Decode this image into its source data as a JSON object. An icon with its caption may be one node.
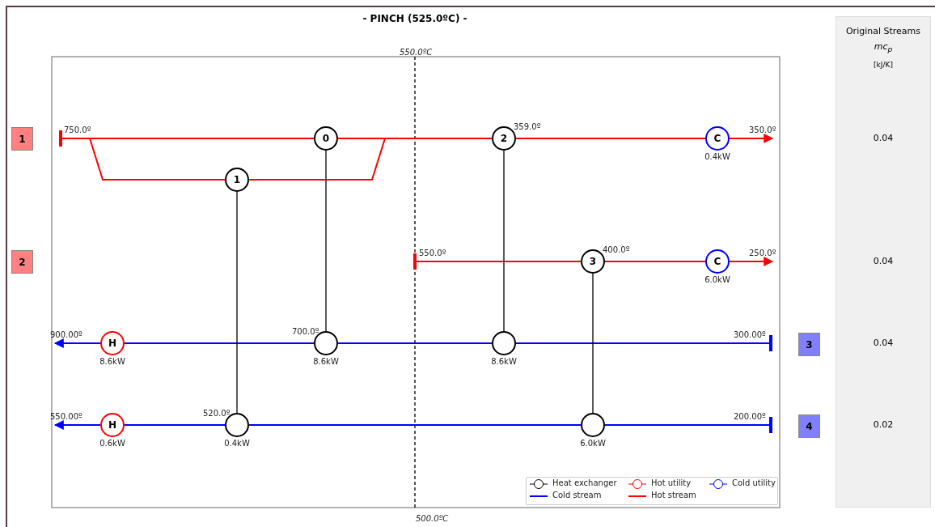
{
  "diagram": {
    "title": "- PINCH (525.0ºC) -",
    "nodes": [
      {
        "text": [
          "1"
        ]
      },
      {
        "text": [
          "2"
        ]
      },
      {
        "text": [
          "3"
        ]
      },
      {
        "text": [
          "4"
        ]
      },
      {
        "text": [
          "0"
        ]
      },
      {
        "text": [
          "2"
        ]
      },
      {
        "text": [
          "C"
        ],
        "beside": [
          "0.4kW"
        ]
      },
      {
        "text": [
          "1"
        ]
      },
      {
        "text": [
          "3"
        ]
      },
      {
        "text": [
          "C"
        ],
        "beside": [
          "6.0kW"
        ]
      },
      {
        "text": [
          "H"
        ],
        "beside": [
          "8.6kW"
        ]
      },
      {
        "text": [],
        "shape": "circle",
        "beside": [
          "8.6kW"
        ]
      },
      {
        "text": [],
        "shape": "circle",
        "beside": [
          "8.6kW"
        ]
      },
      {
        "text": [
          "H"
        ],
        "beside": [
          "0.6kW"
        ]
      },
      {
        "text": [],
        "shape": "circle",
        "beside": [
          "0.4kW"
        ]
      },
      {
        "text": [],
        "shape": "circle",
        "beside": [
          "6.0kW"
        ]
      },
      {
        "text": [
          "Original Streams",
          "mc$_{p}$",
          "[kJ/K]",
          "0.04",
          "0.04",
          "0.04",
          "0.02"
        ]
      },
      {
        "text": [
          "750.0º"
        ]
      },
      {
        "text": [
          "350.0º"
        ]
      },
      {
        "text": [
          "550.0º"
        ]
      },
      {
        "text": [
          "250.0º"
        ]
      },
      {
        "text": [
          "900.00º"
        ]
      },
      {
        "text": [
          "300.00º"
        ]
      },
      {
        "text": [
          "550.00º"
        ]
      },
      {
        "text": [
          "200.00º"
        ]
      }
    ],
    "edges": [
      {
        "from": 17,
        "to": 4,
        "arrow": "other",
        "color": "#ff0000"
      },
      {
        "from": 17,
        "to": 7,
        "arrow": "none",
        "color": "#ff0000"
      },
      {
        "from": 4,
        "to": 5,
        "arrow": "none",
        "color": "#ff0000"
      },
      {
        "from": 7,
        "to": 5,
        "arrow": "none",
        "color": "#ff0000"
      },
      {
        "from": 5,
        "to": 6,
        "arrow": "none",
        "color": "#ff0000"
      },
      {
        "from": 6,
        "to": 18,
        "arrow": "to",
        "color": "#ff0000"
      },
      {
        "from": 19,
        "to": 8,
        "arrow": "other",
        "color": "#ff0000"
      },
      {
        "from": 8,
        "to": 9,
        "arrow": "none",
        "color": "#ff0000"
      },
      {
        "from": 9,
        "to": 20,
        "arrow": "to",
        "color": "#ff0000"
      },
      {
        "from": 22,
        "to": 12,
        "arrow": "other",
        "color": "#0000ff"
      },
      {
        "from": 12,
        "to": 11,
        "arrow": "none",
        "color": "#0000ff"
      },
      {
        "from": 11,
        "to": 10,
        "arrow": "none",
        "color": "#0000ff"
      },
      {
        "from": 10,
        "to": 21,
        "arrow": "to",
        "color": "#0000ff"
      },
      {
        "from": 24,
        "to": 15,
        "arrow": "other",
        "color": "#0000ff"
      },
      {
        "from": 15,
        "to": 14,
        "arrow": "none",
        "color": "#0000ff"
      },
      {
        "from": 14,
        "to": 13,
        "arrow": "none",
        "color": "#0000ff"
      },
      {
        "from": 13,
        "to": 23,
        "arrow": "to",
        "color": "#0000ff"
      },
      {
        "from": 4,
        "to": 11,
        "arrow": "none",
        "color": "#000000"
      },
      {
        "from": 7,
        "to": 14,
        "arrow": "none",
        "color": "#000000"
      },
      {
        "from": 5,
        "to": 12,
        "arrow": "none",
        "color": "#000000"
      },
      {
        "from": 8,
        "to": 15,
        "arrow": "none",
        "color": "#000000"
      }
    ],
    "labels": [
      "550.0ºC",
      "359.0º",
      "400.0º",
      "700.0º",
      "520.0º",
      "500.0ºC"
    ],
    "legend": [
      {
        "text": "Heat exchanger"
      },
      {
        "text": "Hot utility"
      },
      {
        "text": "Cold utility"
      },
      {
        "text": "Cold stream"
      },
      {
        "text": "Hot stream"
      }
    ]
  }
}
